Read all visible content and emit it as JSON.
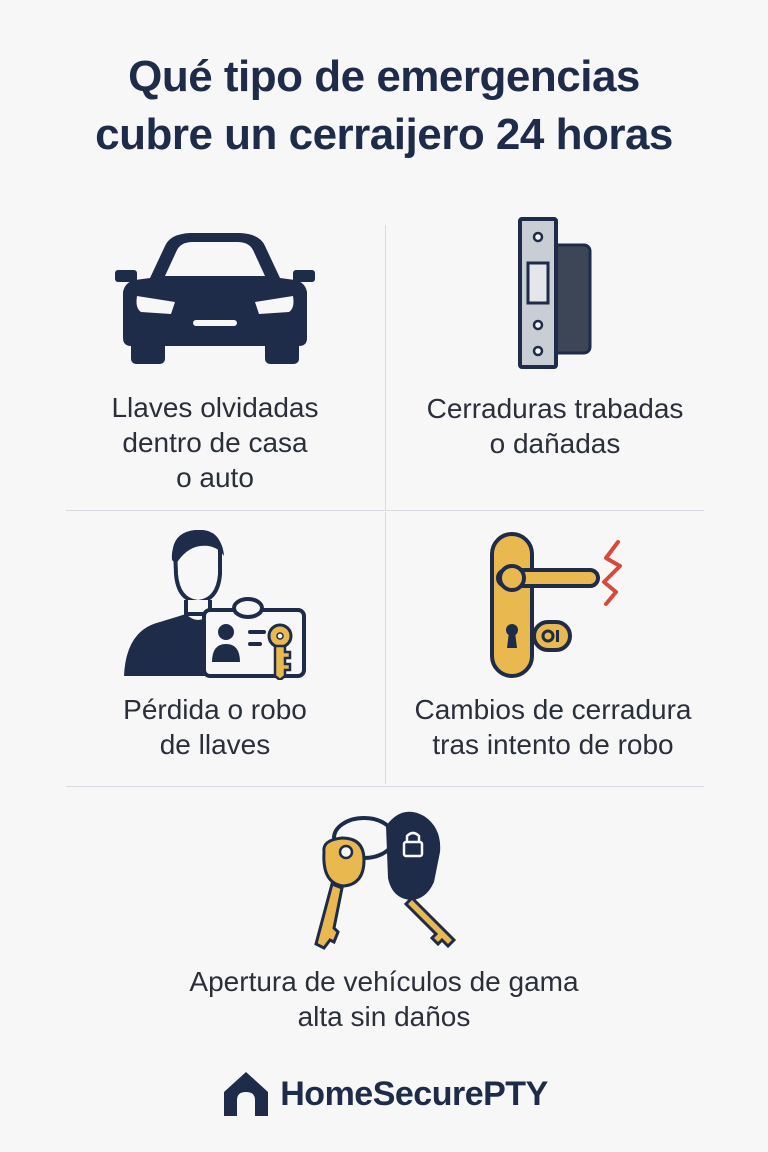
{
  "title": {
    "line1": "Qué tipo de emergencias",
    "line2": "cubre un cerraijero 24 horas"
  },
  "items": [
    {
      "icon": "car-icon",
      "lines": [
        "Llaves olvidadas",
        "dentro de casa",
        "o auto"
      ]
    },
    {
      "icon": "door-lock-icon",
      "lines": [
        "Cerraduras trabadas",
        "o dañadas"
      ]
    },
    {
      "icon": "person-id-key-icon",
      "lines": [
        "Pérdida o robo",
        "de llaves"
      ]
    },
    {
      "icon": "door-handle-alert-icon",
      "lines": [
        "Cambios de cerradura",
        "tras intento de robo"
      ]
    },
    {
      "icon": "car-keys-icon",
      "lines": [
        "Apertura de vehículos de gama",
        "alta sin daños"
      ]
    }
  ],
  "brand": {
    "name": "HomeSecurePTY",
    "icon": "house-icon"
  },
  "colors": {
    "navy": "#1e2c4a",
    "gold": "#e9b94f",
    "red": "#d9493b",
    "background": "#f7f7f8"
  }
}
